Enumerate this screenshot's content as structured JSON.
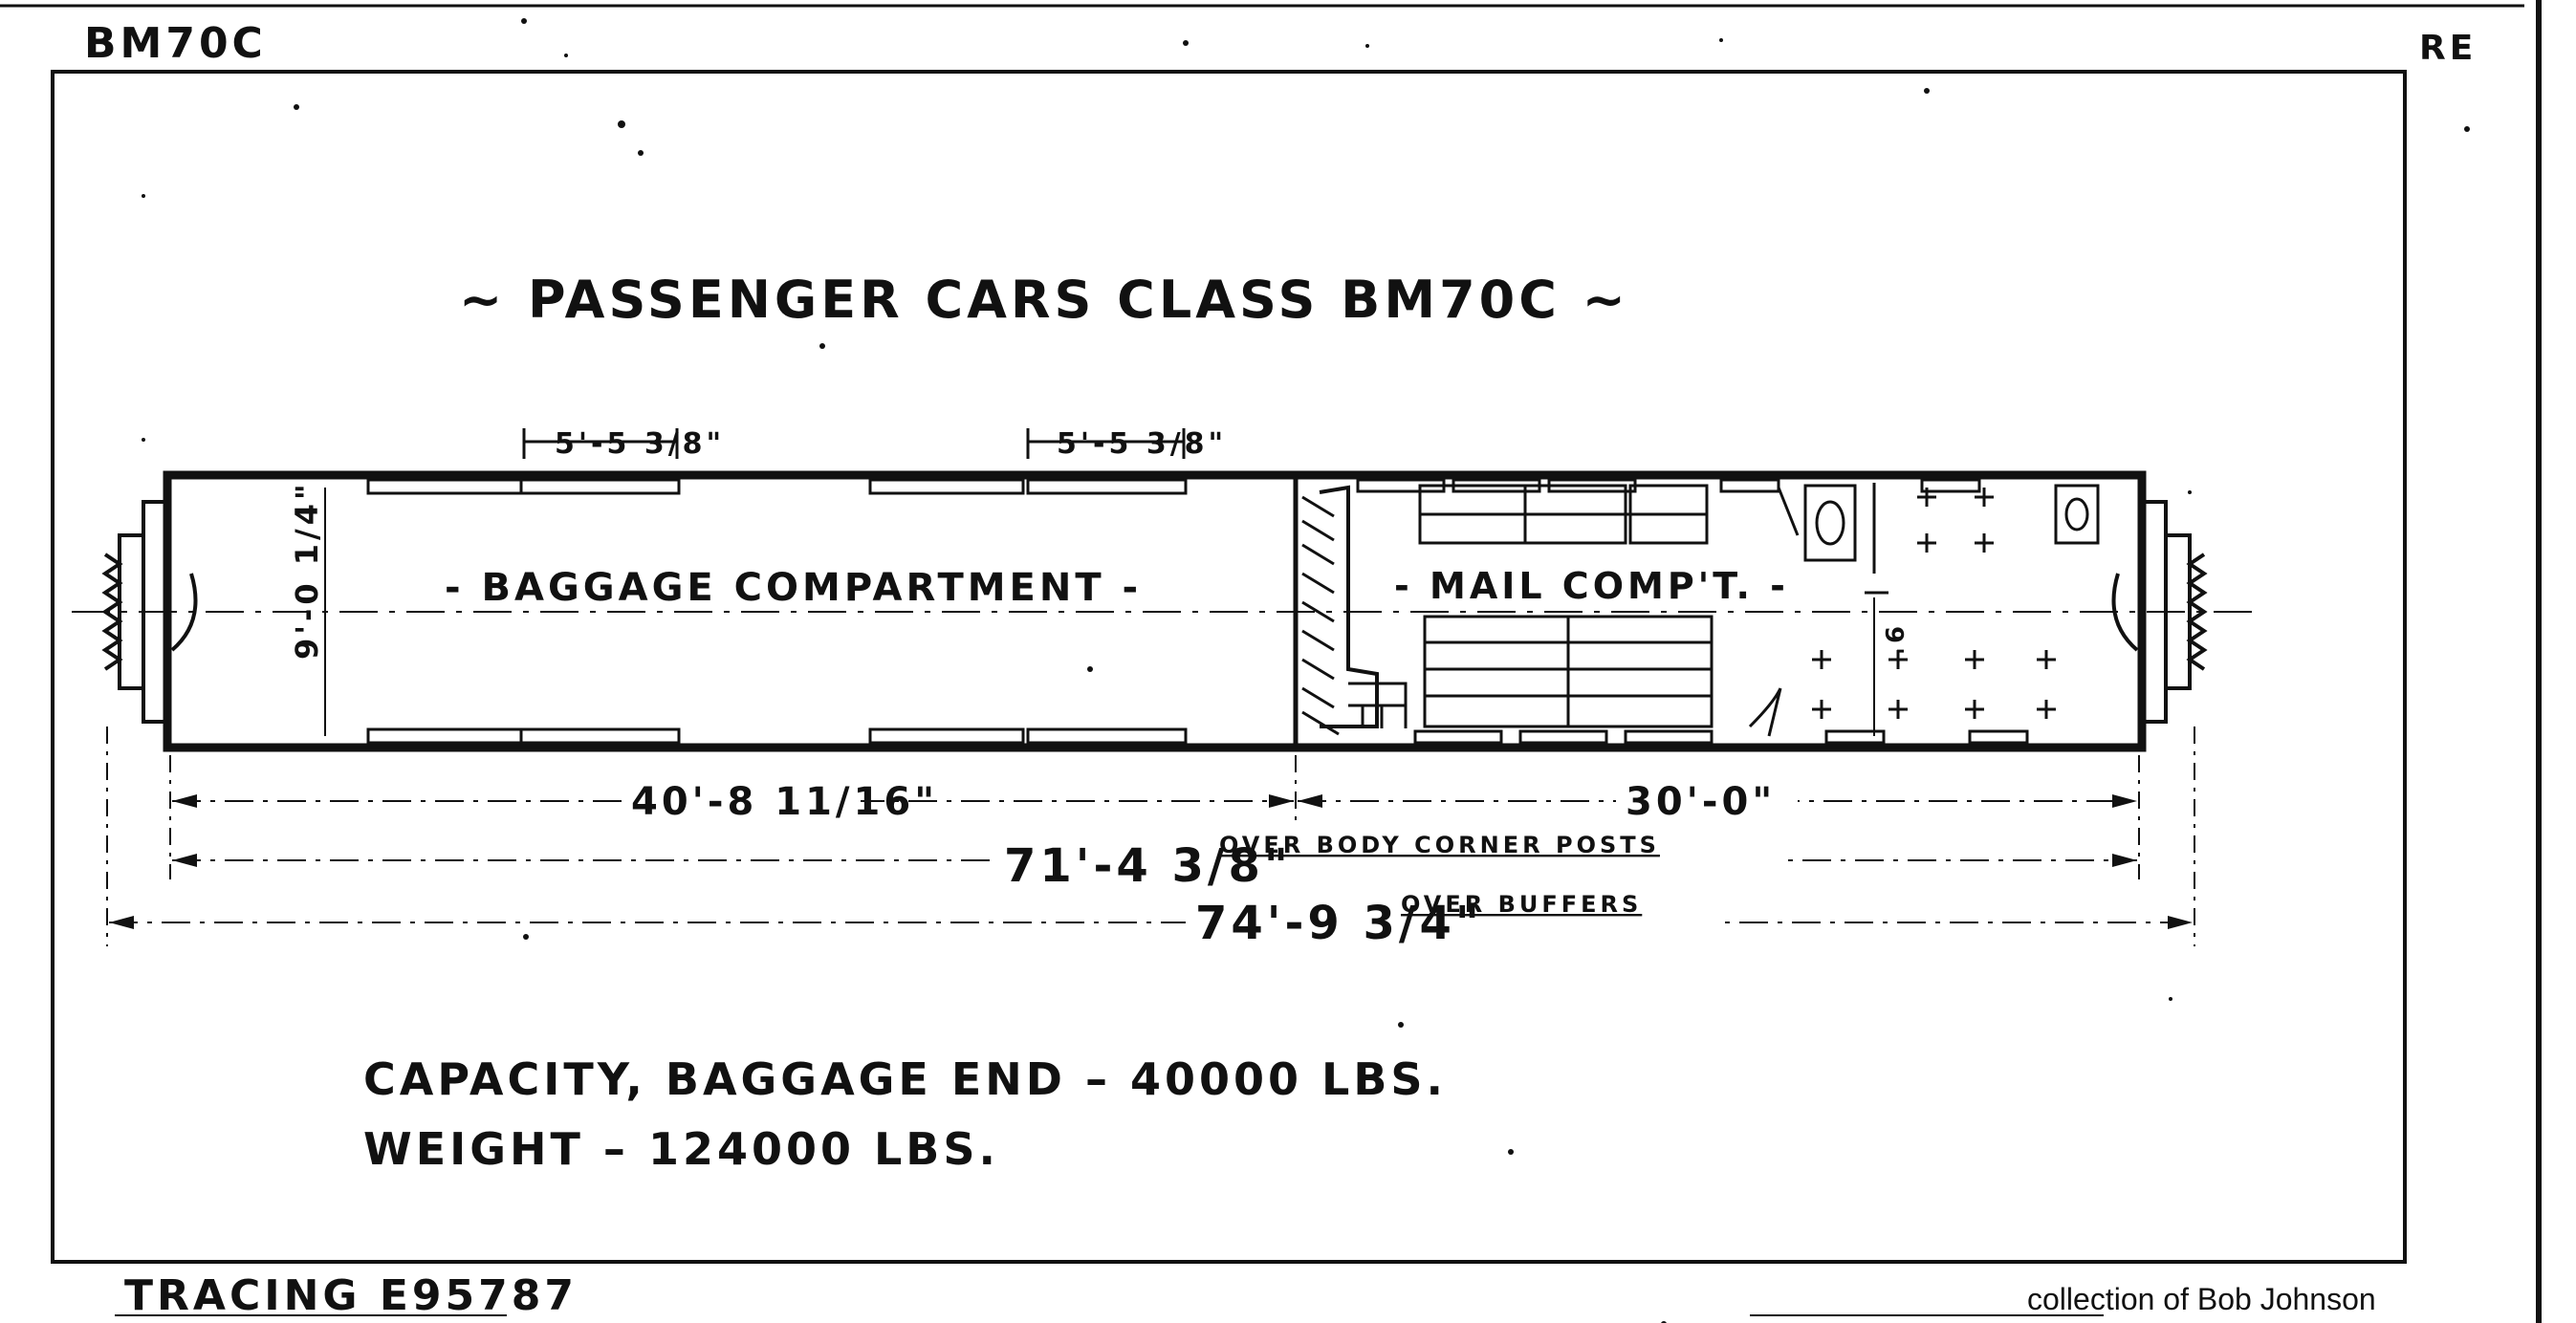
{
  "header": {
    "code": "BM70C",
    "corner_mark": "RE"
  },
  "drawing": {
    "title": "~ PASSENGER CARS CLASS BM70C ~",
    "window_width_1": "5'-5 3/8\"",
    "window_width_2": "5'-5 3/8\"",
    "car_width_label": "9'-0 1/4\"",
    "baggage_label": "- BAGGAGE COMPARTMENT -",
    "mail_label": "- MAIL COMP'T. -",
    "mail_width_label": "9'",
    "dimensions": {
      "baggage_length": "40'-8 11/16\"",
      "mail_length": "30'-0\"",
      "body_length": "71'-4 3/8\"",
      "body_length_note": "OVER BODY CORNER POSTS",
      "overall_length": "74'-9 3/4\"",
      "overall_length_note": "OVER BUFFERS"
    },
    "capacity": "CAPACITY, BAGGAGE END – 40000 LBS.",
    "weight": "WEIGHT – 124000 LBS."
  },
  "footer": {
    "tracing": "TRACING E95787",
    "credit": "collection of Bob Johnson"
  }
}
